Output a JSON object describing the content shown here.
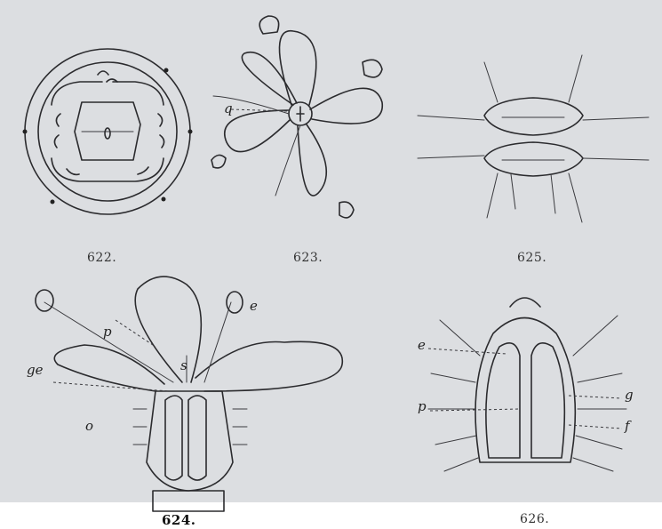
{
  "figures": {
    "f622": {
      "number": "622."
    },
    "f623": {
      "number": "623."
    },
    "f625": {
      "number": "625."
    },
    "f624": {
      "number": "624."
    },
    "f626": {
      "number": "626."
    }
  },
  "labels": {
    "f623_q": "q",
    "f624_p": "p",
    "f624_ge": "ge",
    "f624_s": "s",
    "f624_o": "o",
    "f624_e": "e",
    "f626_e": "e",
    "f626_p": "p",
    "f626_g": "g",
    "f626_f": "f"
  }
}
